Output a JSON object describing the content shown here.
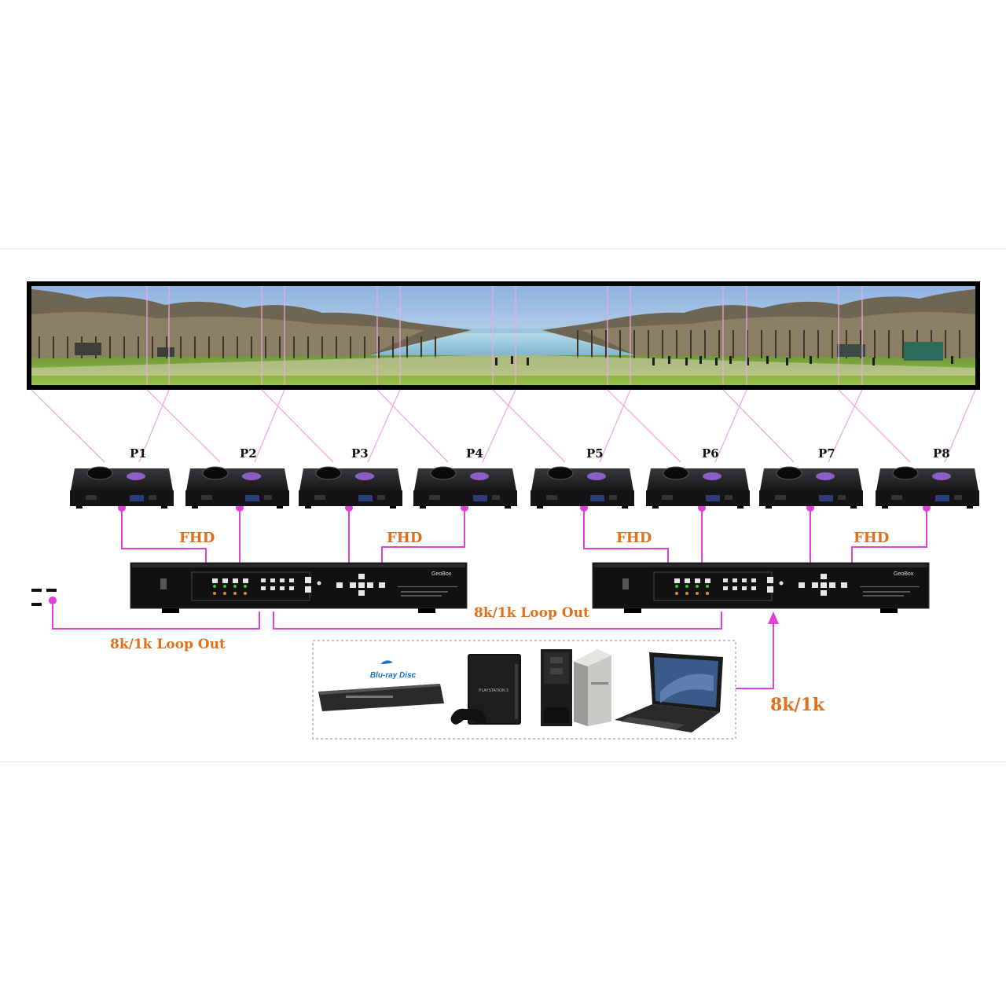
{
  "projectors": [
    {
      "label": "P1"
    },
    {
      "label": "P2"
    },
    {
      "label": "P3"
    },
    {
      "label": "P4"
    },
    {
      "label": "P5"
    },
    {
      "label": "P6"
    },
    {
      "label": "P7"
    },
    {
      "label": "P8"
    }
  ],
  "links": {
    "fhd_label": "FHD",
    "loop_out_label": "8k/1k Loop Out",
    "source_input_label": "8k/1k"
  },
  "devices": {
    "processor_brand": "GeoBox",
    "bluray_logo": "Blu-ray Disc",
    "console_text": "PLAYSTATION 3"
  },
  "colors": {
    "cable": "#e040d8",
    "projection_line": "#f2a6e6",
    "label_orange": "#e0701c",
    "device_dark": "#1a1a1a"
  }
}
